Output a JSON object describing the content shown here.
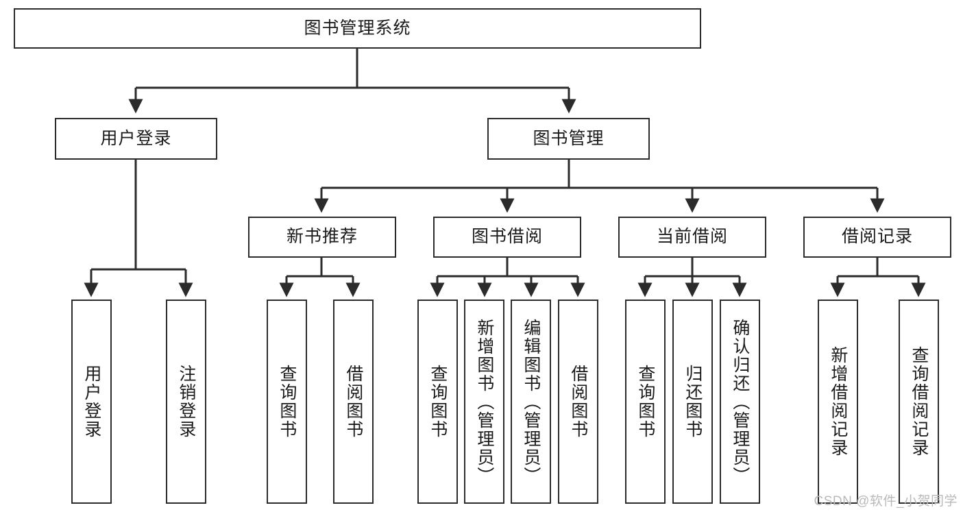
{
  "diagram": {
    "type": "tree-hierarchy",
    "title": "图书管理系统",
    "watermark": "CSDN @软件_小贺同学",
    "colors": {
      "box_border": "#2b2b2b",
      "box_fill": "#ffffff",
      "edge": "#2b2b2b",
      "text": "#1a1a1a",
      "watermark": "#b9b9b9",
      "background": "#ffffff"
    },
    "levels": {
      "level1": {
        "label": "图书管理系统"
      },
      "level2": [
        {
          "label": "用户登录"
        },
        {
          "label": "图书管理"
        }
      ],
      "level3": [
        {
          "label": "新书推荐"
        },
        {
          "label": "图书借阅"
        },
        {
          "label": "当前借阅"
        },
        {
          "label": "借阅记录"
        }
      ],
      "level4": [
        {
          "label": "用户登录",
          "parent": "用户登录"
        },
        {
          "label": "注销登录",
          "parent": "用户登录"
        },
        {
          "label": "查询图书",
          "parent": "新书推荐"
        },
        {
          "label": "借阅图书",
          "parent": "新书推荐"
        },
        {
          "label": "查询图书",
          "parent": "图书借阅"
        },
        {
          "label": "新增图书（管理员）",
          "parent": "图书借阅"
        },
        {
          "label": "编辑图书（管理员）",
          "parent": "图书借阅"
        },
        {
          "label": "借阅图书",
          "parent": "图书借阅"
        },
        {
          "label": "查询图书",
          "parent": "当前借阅"
        },
        {
          "label": "归还图书",
          "parent": "当前借阅"
        },
        {
          "label": "确认归还（管理员）",
          "parent": "当前借阅"
        },
        {
          "label": "新增借阅记录",
          "parent": "借阅记录"
        },
        {
          "label": "查询借阅记录",
          "parent": "借阅记录"
        }
      ]
    }
  }
}
